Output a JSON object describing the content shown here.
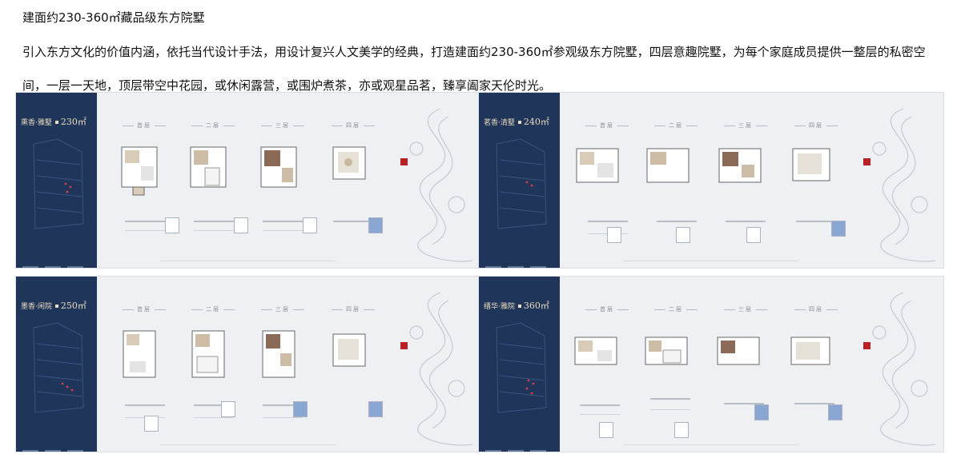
{
  "heading": "建面约230-360㎡藏品级东方院墅",
  "paragraph": "引入东方文化的价值内涵，依托当代设计手法，用设计复兴人文美学的经典，打造建面约230-360㎡参观级东方院墅，四层意趣院墅，为每个家庭成员提供一整层的私密空间，一层一天地，顶层带空中花园，或休闲露营，或围炉煮茶，亦或观星品茗，臻享阖家天伦时光。",
  "floor_labels": [
    "首层",
    "二层",
    "三层",
    "四层"
  ],
  "plans": [
    {
      "name": "熏香·雅墅",
      "area": "230㎡"
    },
    {
      "name": "茗香·清墅",
      "area": "240㎡"
    },
    {
      "name": "墨香·闲院",
      "area": "250㎡"
    },
    {
      "name": "缙华·雅院",
      "area": "360㎡"
    }
  ],
  "colors": {
    "navy": "#1f3559",
    "accent_red": "#b82024",
    "plan_bg": "#eef0f3"
  }
}
